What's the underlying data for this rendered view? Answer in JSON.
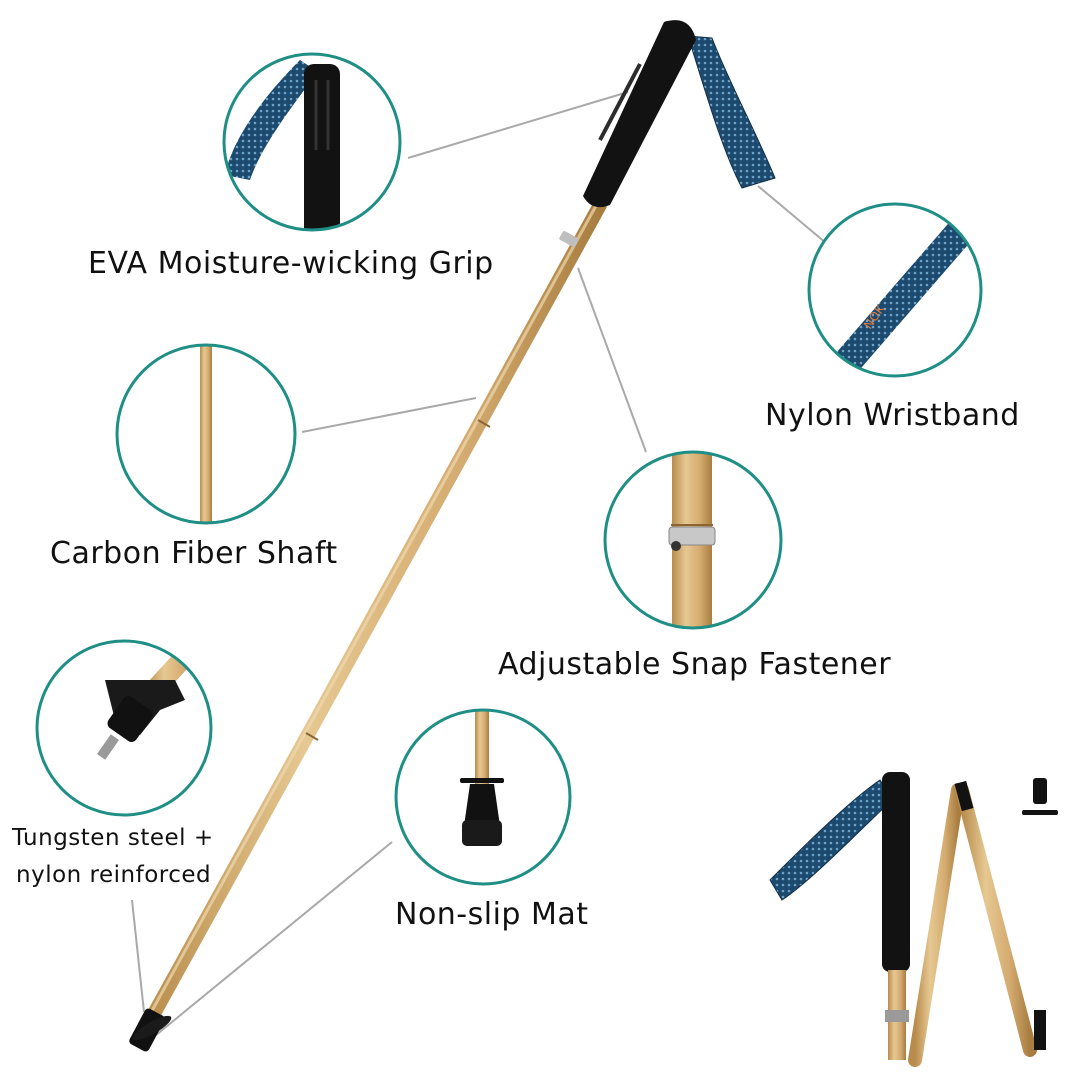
{
  "labels": {
    "grip": "EVA Moisture-wicking Grip",
    "wristband": "Nylon Wristband",
    "shaft": "Carbon Fiber Shaft",
    "snap": "Adjustable Snap Fastener",
    "tip_line1": "Tungsten steel +",
    "tip_line2": "nylon reinforced",
    "mat": "Non-slip Mat"
  },
  "colors": {
    "circle_border": "#1f8f86",
    "bamboo": "#d6b27a",
    "grip": "#121212",
    "strap": "#1c4a6e",
    "strap_accent": "#e07a3a"
  }
}
